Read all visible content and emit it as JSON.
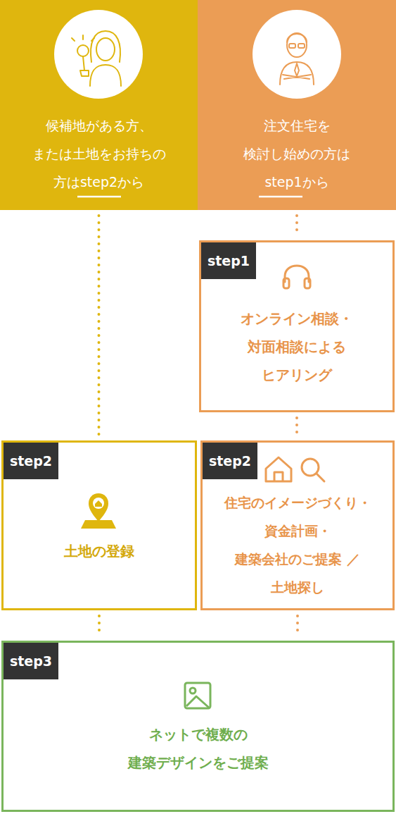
{
  "diagram": {
    "nodes": [
      {
        "text": [
          "候補地がある方、 または土地をお持ちの 方はstep2から"
        ]
      },
      {
        "text": [
          "注文住宅を 検討し始めの方は step1から"
        ]
      },
      {
        "text": [
          "step1",
          "オンライン相談・ 対面相談による ヒアリング"
        ]
      },
      {
        "text": [
          "step2",
          "土地の登録"
        ]
      },
      {
        "text": [
          "step2",
          "住宅のイメージづくり・ 資金計画・ 建築会社のご提案 ／土地探し"
        ]
      },
      {
        "text": [
          "step3",
          "ネットで複数の 建築デザインをご提案"
        ]
      }
    ],
    "edges": [
      {
        "from": 0,
        "to": 3,
        "arrow": "none"
      },
      {
        "from": 1,
        "to": 2,
        "arrow": "none"
      },
      {
        "from": 2,
        "to": 4,
        "arrow": "none"
      },
      {
        "from": 3,
        "to": 5,
        "arrow": "none"
      },
      {
        "from": 4,
        "to": 5,
        "arrow": "none"
      }
    ]
  }
}
